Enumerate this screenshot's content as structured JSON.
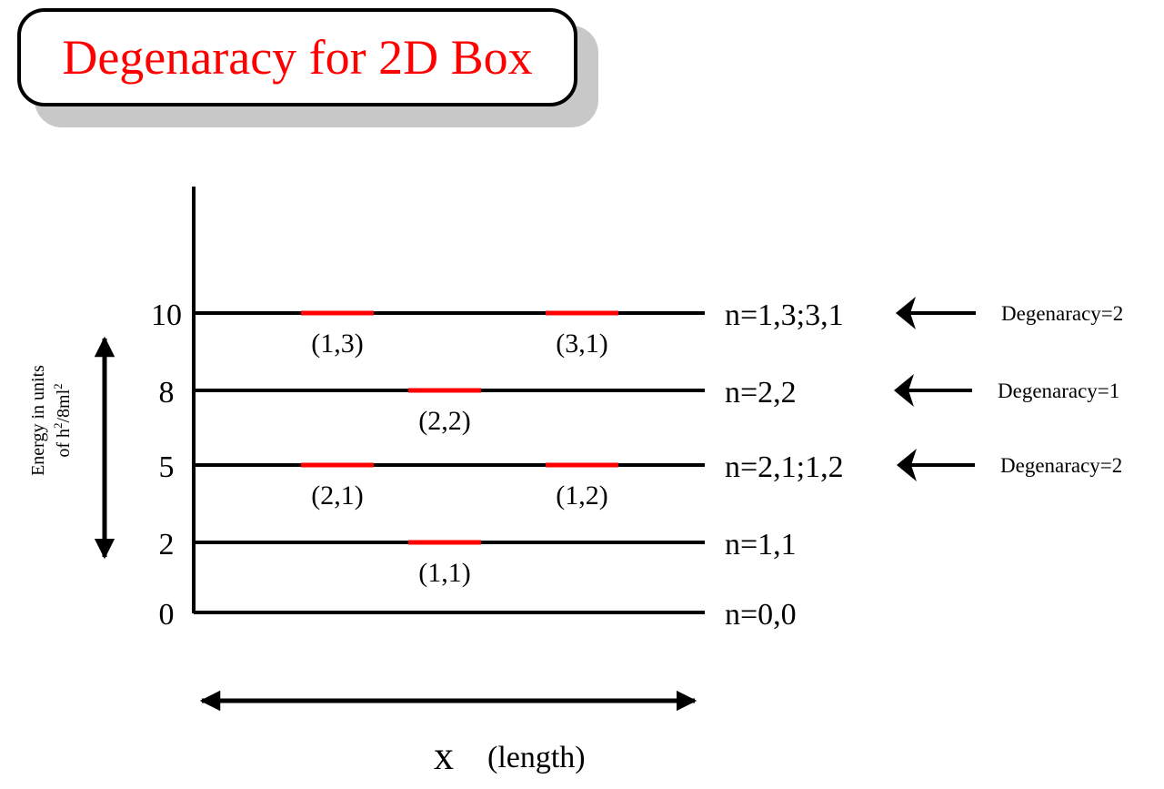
{
  "title": {
    "text": "Degenaracy for 2D Box",
    "color": "#ff0000"
  },
  "y_axis": {
    "label_line1": "Energy in units",
    "label_line2_prefix": "of h",
    "label_line2_sup1": "2",
    "label_line2_mid": "/8ml",
    "label_line2_sup2": "2"
  },
  "x_axis": {
    "symbol": "x",
    "label": "(length)"
  },
  "colors": {
    "line": "#000000",
    "state": "#ff0000"
  },
  "levels": [
    {
      "energy": "0",
      "value": 0,
      "label": "n=0,0",
      "states": [],
      "degeneracy": ""
    },
    {
      "energy": "2",
      "value": 2,
      "label": "n=1,1",
      "states": [
        "(1,1)"
      ],
      "degeneracy": ""
    },
    {
      "energy": "5",
      "value": 5,
      "label": "n=2,1;1,2",
      "states": [
        "(2,1)",
        "(1,2)"
      ],
      "degeneracy": "Degenaracy=2"
    },
    {
      "energy": "8",
      "value": 8,
      "label": "n=2,2",
      "states": [
        "(2,2)"
      ],
      "degeneracy": "Degenaracy=1"
    },
    {
      "energy": "10",
      "value": 10,
      "label": "n=1,3;3,1",
      "states": [
        "(1,3)",
        "(3,1)"
      ],
      "degeneracy": "Degenaracy=2"
    }
  ]
}
